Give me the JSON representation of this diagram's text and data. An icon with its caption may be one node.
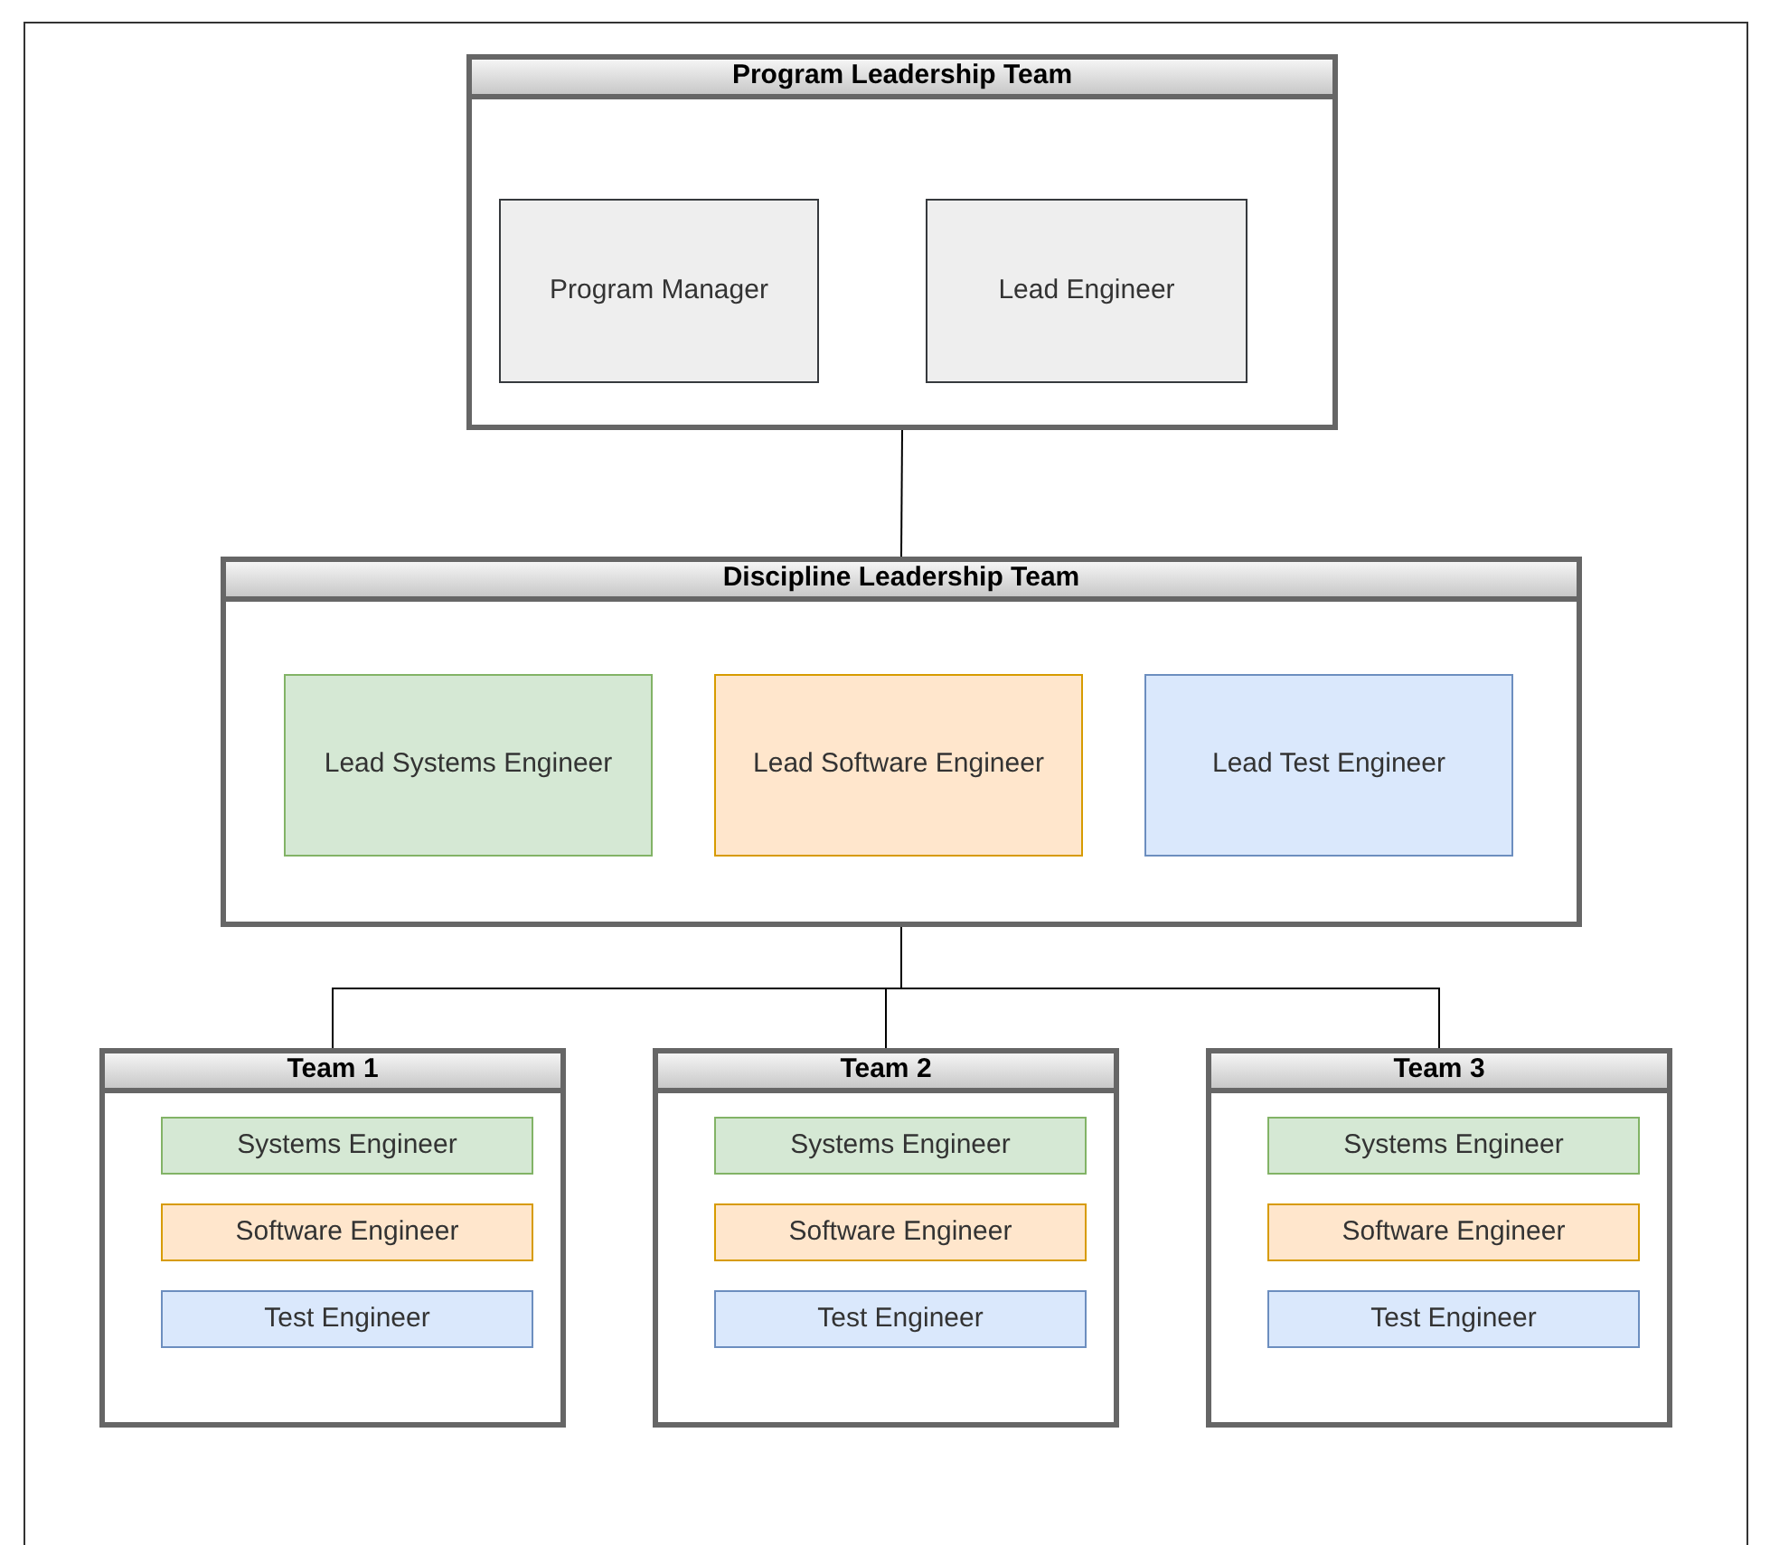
{
  "diagram": {
    "nodes": [
      {
        "text": [
          "Program Leadership Team"
        ]
      },
      {
        "text": [
          "Program Manager"
        ],
        "in": 0
      },
      {
        "text": [
          "Lead Engineer"
        ],
        "in": 0
      },
      {
        "text": [
          "Discipline Leadership Team"
        ]
      },
      {
        "text": [
          "Lead Systems Engineer"
        ],
        "in": 3
      },
      {
        "text": [
          "Lead Software Engineer"
        ],
        "in": 3
      },
      {
        "text": [
          "Lead Test Engineer"
        ],
        "in": 3
      },
      {
        "text": [
          "Team 1"
        ]
      },
      {
        "text": [
          "Systems Engineer"
        ],
        "in": 7
      },
      {
        "text": [
          "Software Engineer"
        ],
        "in": 7
      },
      {
        "text": [
          "Test Engineer"
        ],
        "in": 7
      },
      {
        "text": [
          "Team 2"
        ]
      },
      {
        "text": [
          "Systems Engineer"
        ],
        "in": 11
      },
      {
        "text": [
          "Software Engineer"
        ],
        "in": 11
      },
      {
        "text": [
          "Test Engineer"
        ],
        "in": 11
      },
      {
        "text": [
          "Team 3"
        ]
      },
      {
        "text": [
          "Systems Engineer"
        ],
        "in": 15
      },
      {
        "text": [
          "Software Engineer"
        ],
        "in": 15
      },
      {
        "text": [
          "Test Engineer"
        ],
        "in": 15
      }
    ],
    "edges": [
      {
        "from": 0,
        "to": 3,
        "arrow": "none"
      },
      {
        "from": 3,
        "to": 7,
        "arrow": "none"
      },
      {
        "from": 3,
        "to": 11,
        "arrow": "none"
      },
      {
        "from": 3,
        "to": 15,
        "arrow": "none"
      }
    ]
  }
}
